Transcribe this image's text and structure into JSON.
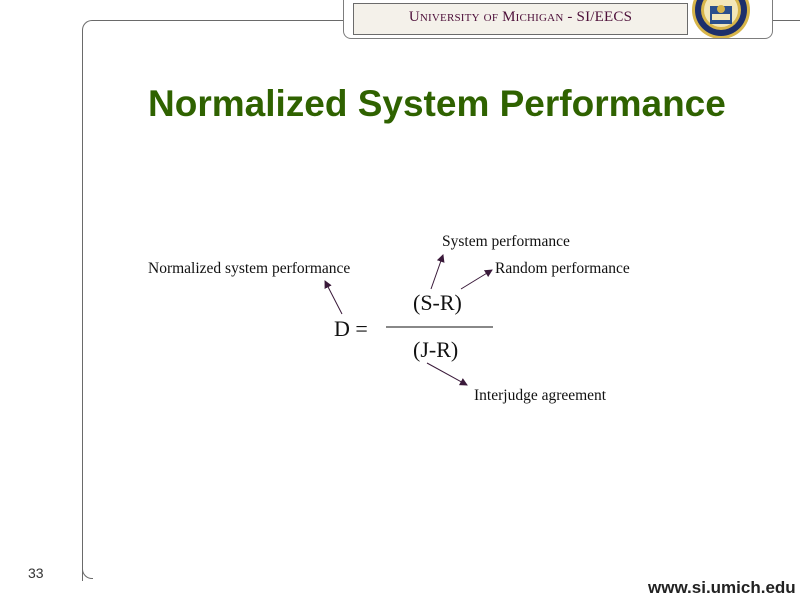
{
  "header": {
    "banner_text": "University of Michigan - SI/EECS"
  },
  "slide": {
    "title": "Normalized System Performance",
    "number": "33"
  },
  "formula": {
    "lhs": "D =",
    "numerator": "(S-R)",
    "denominator": "(J-R)"
  },
  "annotations": {
    "normalized": "Normalized system performance",
    "system": "System performance",
    "random": "Random performance",
    "interjudge": "Interjudge agreement"
  },
  "footer": {
    "website": "www.si.umich.edu"
  },
  "colors": {
    "title": "#2f6200",
    "banner_text": "#4d0f39",
    "seal_blue": "#1d2f6b",
    "seal_gold": "#d7b54a",
    "arrow": "#3a1a3a"
  },
  "icons": {
    "seal": "university-seal-icon"
  }
}
